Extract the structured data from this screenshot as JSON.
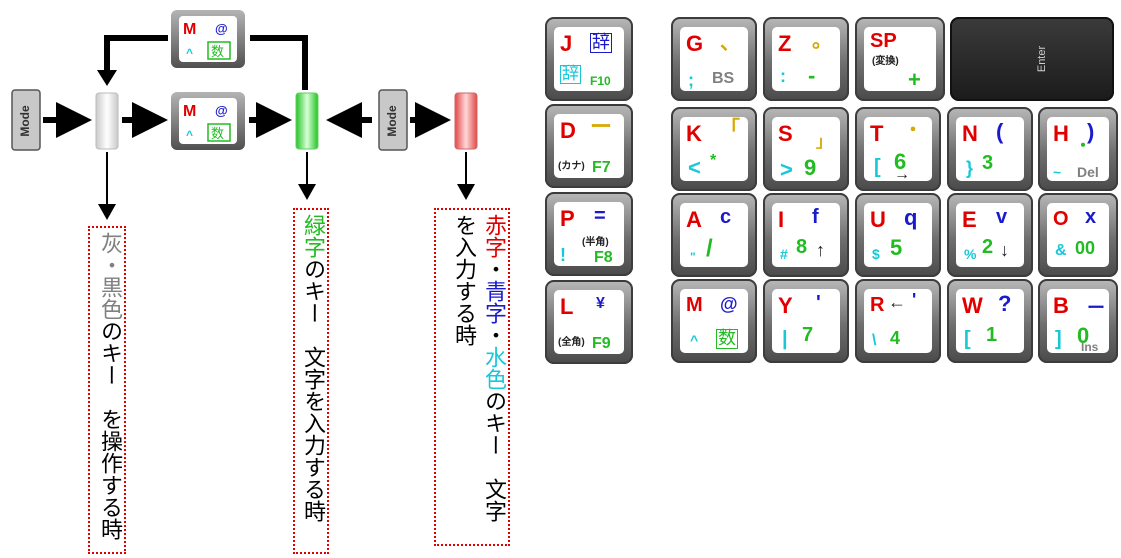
{
  "colors": {
    "red": "#e00000",
    "blue": "#1a1acc",
    "green": "#22bb22",
    "cyan": "#18c8d8",
    "yellow": "#d8aa00",
    "gray": "#808080",
    "dark": "#222222"
  },
  "mode_key": "Mode",
  "labels": {
    "gray": [
      {
        "t": "灰・黒色",
        "c": "#808080"
      },
      {
        "t": "のキー　を操作する時",
        "c": "#000000"
      }
    ],
    "green": [
      {
        "t": "緑字",
        "c": "#22bb22"
      },
      {
        "t": "のキー　文字を入力する時",
        "c": "#000000"
      }
    ],
    "colored": [
      {
        "t": "赤字",
        "c": "#e00000"
      },
      {
        "t": "・",
        "c": "#000000"
      },
      {
        "t": "青字",
        "c": "#1a1acc"
      },
      {
        "t": "・",
        "c": "#000000"
      },
      {
        "t": "水色",
        "c": "#18c8d8"
      },
      {
        "t": "のキー　文字を入力する時",
        "c": "#000000"
      }
    ]
  },
  "keys": [
    {
      "name": "key-j",
      "parts": [
        [
          "J",
          "red"
        ],
        [
          "辞",
          "blue"
        ],
        [
          "辞",
          "cyan"
        ],
        [
          "F10",
          "green"
        ]
      ]
    },
    {
      "name": "key-d",
      "parts": [
        [
          "D",
          "red"
        ],
        [
          "ー",
          "yellow"
        ],
        [
          "(カナ)",
          "dark"
        ],
        [
          "F7",
          "green"
        ]
      ]
    },
    {
      "name": "key-p",
      "parts": [
        [
          "P",
          "red"
        ],
        [
          "=",
          "blue"
        ],
        [
          "(半角)",
          "dark"
        ],
        [
          "!",
          "cyan"
        ],
        [
          "F8",
          "green"
        ]
      ]
    },
    {
      "name": "key-l",
      "parts": [
        [
          "L",
          "red"
        ],
        [
          "¥",
          "blue"
        ],
        [
          "(全角)",
          "dark"
        ],
        [
          "F9",
          "green"
        ]
      ]
    },
    {
      "name": "key-g",
      "parts": [
        [
          "G",
          "red"
        ],
        [
          "、",
          "yellow"
        ],
        [
          ";",
          "cyan"
        ],
        [
          "BS",
          "gray"
        ]
      ]
    },
    {
      "name": "key-z",
      "parts": [
        [
          "Z",
          "red"
        ],
        [
          "。",
          "yellow"
        ],
        [
          ":",
          "cyan"
        ],
        [
          "-",
          "green"
        ]
      ]
    },
    {
      "name": "key-sp",
      "parts": [
        [
          "SP",
          "red"
        ],
        [
          "(変換)",
          "dark"
        ],
        [
          "+",
          "green"
        ]
      ]
    },
    {
      "name": "key-enter",
      "parts": [
        [
          "Enter",
          "gray"
        ]
      ]
    },
    {
      "name": "key-k",
      "parts": [
        [
          "K",
          "red"
        ],
        [
          "「",
          "yellow"
        ],
        [
          "<",
          "cyan"
        ],
        [
          "*",
          "green"
        ]
      ]
    },
    {
      "name": "key-s",
      "parts": [
        [
          "S",
          "red"
        ],
        [
          "」",
          "yellow"
        ],
        [
          ">",
          "cyan"
        ],
        [
          "9",
          "green"
        ]
      ]
    },
    {
      "name": "key-t",
      "parts": [
        [
          "T",
          "red"
        ],
        [
          "・",
          "yellow"
        ],
        [
          "[",
          "cyan"
        ],
        [
          "6",
          "green"
        ],
        [
          "→",
          "dark"
        ]
      ]
    },
    {
      "name": "key-n",
      "parts": [
        [
          "N",
          "red"
        ],
        [
          "(",
          "blue"
        ],
        [
          "}",
          "cyan"
        ],
        [
          "3",
          "green"
        ]
      ]
    },
    {
      "name": "key-h",
      "parts": [
        [
          "H",
          "red"
        ],
        [
          ")",
          "blue"
        ],
        [
          "・",
          "green"
        ],
        [
          "~",
          "cyan"
        ],
        [
          "Del",
          "gray"
        ]
      ]
    },
    {
      "name": "key-a",
      "parts": [
        [
          "A",
          "red"
        ],
        [
          "c",
          "blue"
        ],
        [
          "\"",
          "cyan"
        ],
        [
          "/",
          "green"
        ]
      ]
    },
    {
      "name": "key-i",
      "parts": [
        [
          "I",
          "red"
        ],
        [
          "f",
          "blue"
        ],
        [
          "#",
          "cyan"
        ],
        [
          "8",
          "green"
        ],
        [
          "↑",
          "dark"
        ]
      ]
    },
    {
      "name": "key-u",
      "parts": [
        [
          "U",
          "red"
        ],
        [
          "q",
          "blue"
        ],
        [
          "$",
          "cyan"
        ],
        [
          "5",
          "green"
        ]
      ]
    },
    {
      "name": "key-e",
      "parts": [
        [
          "E",
          "red"
        ],
        [
          "v",
          "blue"
        ],
        [
          "%",
          "cyan"
        ],
        [
          "2",
          "green"
        ],
        [
          "↓",
          "dark"
        ]
      ]
    },
    {
      "name": "key-o",
      "parts": [
        [
          "O",
          "red"
        ],
        [
          "x",
          "blue"
        ],
        [
          "&",
          "cyan"
        ],
        [
          "00",
          "green"
        ]
      ]
    },
    {
      "name": "key-m",
      "parts": [
        [
          "M",
          "red"
        ],
        [
          "@",
          "blue"
        ],
        [
          "^",
          "cyan"
        ],
        [
          "数",
          "green"
        ]
      ]
    },
    {
      "name": "key-y",
      "parts": [
        [
          "Y",
          "red"
        ],
        [
          "'",
          "blue"
        ],
        [
          "|",
          "cyan"
        ],
        [
          "7",
          "green"
        ]
      ]
    },
    {
      "name": "key-r",
      "parts": [
        [
          "R",
          "red"
        ],
        [
          "←",
          "dark"
        ],
        [
          "'",
          "blue"
        ],
        [
          "\\",
          "cyan"
        ],
        [
          "4",
          "green"
        ]
      ]
    },
    {
      "name": "key-w",
      "parts": [
        [
          "W",
          "red"
        ],
        [
          "?",
          "blue"
        ],
        [
          "[",
          "cyan"
        ],
        [
          "1",
          "green"
        ]
      ]
    },
    {
      "name": "key-b",
      "parts": [
        [
          "B",
          "red"
        ],
        [
          "ー",
          "blue"
        ],
        [
          "]",
          "cyan"
        ],
        [
          "0",
          "green"
        ],
        [
          "Ins",
          "gray"
        ]
      ]
    }
  ]
}
